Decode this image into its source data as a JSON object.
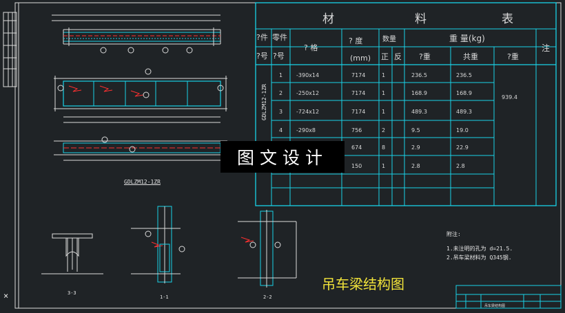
{
  "table": {
    "title_chars": [
      "材",
      "料",
      "表"
    ],
    "headers": {
      "part_no": [
        "?件",
        "?号"
      ],
      "piece_no": [
        "零件",
        "?号"
      ],
      "spec": "? 格",
      "length": [
        "? 度",
        "(mm)"
      ],
      "qty": "数量",
      "qty_pos": "正",
      "qty_neg": "反",
      "weight": "重  量(kg)",
      "unit_weight": "?重",
      "total_weight": "共重",
      "sum_weight": "?重",
      "note": "注"
    },
    "member_label": "GDLZM12-1ZR",
    "total": "939.4",
    "rows": [
      {
        "no": "1",
        "spec": "-390x14",
        "length": "7174",
        "qty": "1",
        "unit": "236.5",
        "total": "236.5"
      },
      {
        "no": "2",
        "spec": "-250x12",
        "length": "7174",
        "qty": "1",
        "unit": "168.9",
        "total": "168.9"
      },
      {
        "no": "3",
        "spec": "-724x12",
        "length": "7174",
        "qty": "1",
        "unit": "489.3",
        "total": "489.3"
      },
      {
        "no": "4",
        "spec": "-290x8",
        "length": "756",
        "qty": "2",
        "unit": "9.5",
        "total": "19.0"
      },
      {
        "no": "",
        "spec": "",
        "length": "674",
        "qty": "8",
        "unit": "2.9",
        "total": "22.9"
      },
      {
        "no": "",
        "spec": "",
        "length": "150",
        "qty": "1",
        "unit": "2.8",
        "total": "2.8"
      }
    ]
  },
  "overlay_text": "图文设计",
  "drawing_title": "吊车梁结构图",
  "plan_label": "GDLZM12-1ZR",
  "notes": {
    "heading": "附注:",
    "lines": [
      "1.未注明的孔为 d=21.5.",
      "2.吊车梁材料为 Q345钢."
    ]
  },
  "section_labels": [
    "3-3",
    "1-1",
    "2-2"
  ],
  "titleblock_text": "吊车梁结构图"
}
